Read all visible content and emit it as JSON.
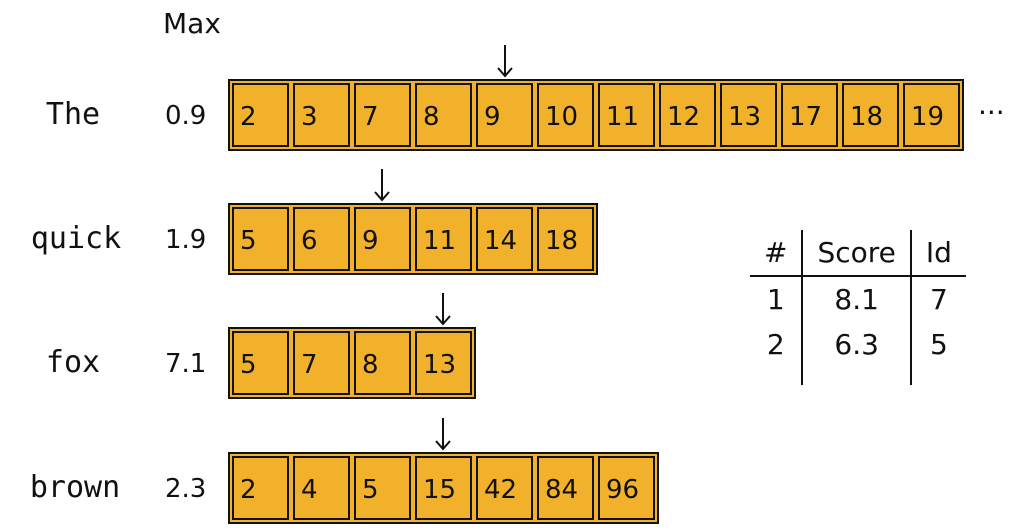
{
  "header": {
    "max_label": "Max"
  },
  "lists": [
    {
      "term": "The",
      "max": "0.9",
      "postings": [
        "2",
        "3",
        "7",
        "8",
        "9",
        "10",
        "11",
        "12",
        "13",
        "17",
        "18",
        "19"
      ],
      "pointer_index": 4,
      "ellipsis": "···"
    },
    {
      "term": "quick",
      "max": "1.9",
      "postings": [
        "5",
        "6",
        "9",
        "11",
        "14",
        "18"
      ],
      "pointer_index": 2
    },
    {
      "term": "fox",
      "max": "7.1",
      "postings": [
        "5",
        "7",
        "8",
        "13"
      ],
      "pointer_index": 3
    },
    {
      "term": "brown",
      "max": "2.3",
      "postings": [
        "2",
        "4",
        "5",
        "15",
        "42",
        "84",
        "96"
      ],
      "pointer_index": 3
    }
  ],
  "results_table": {
    "headers": [
      "#",
      "Score",
      "Id"
    ],
    "rows": [
      [
        "1",
        "8.1",
        "7"
      ],
      [
        "2",
        "6.3",
        "5"
      ]
    ]
  },
  "colors": {
    "cell_fill": "#f2b12a",
    "stroke": "#111111"
  }
}
